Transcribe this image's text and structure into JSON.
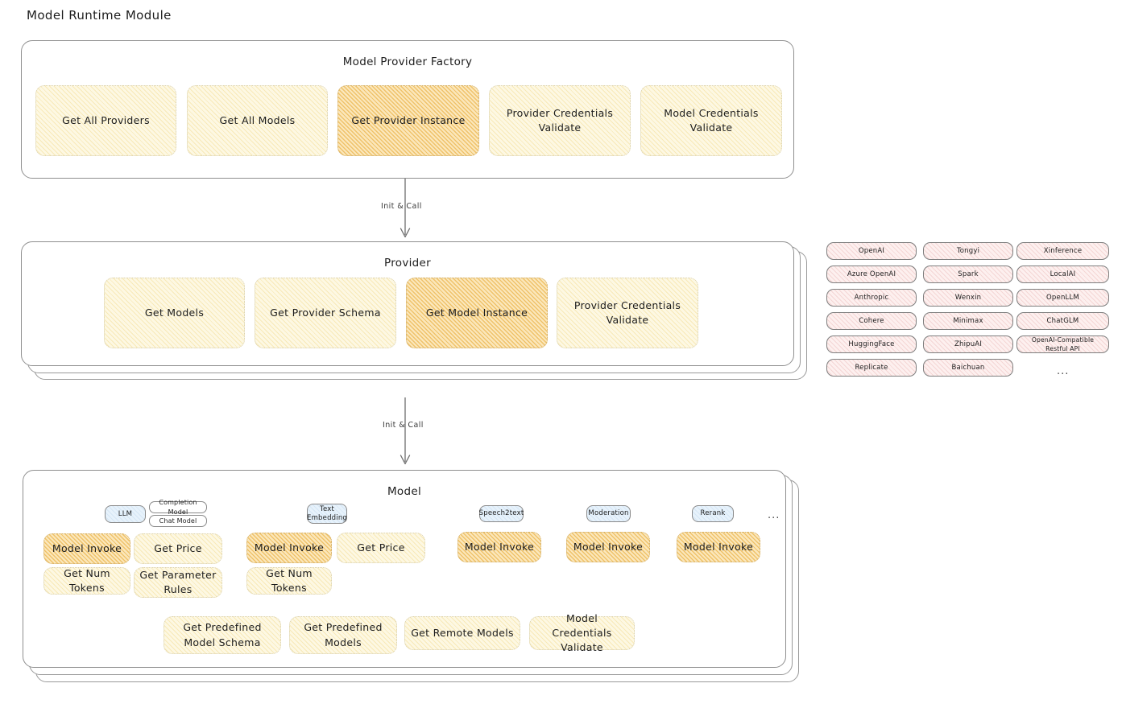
{
  "page": {
    "title": "Model Runtime Module"
  },
  "factory": {
    "title": "Model Provider Factory",
    "items": [
      {
        "label": "Get All Providers",
        "highlighted": false
      },
      {
        "label": "Get All Models",
        "highlighted": false
      },
      {
        "label": "Get Provider Instance",
        "highlighted": true
      },
      {
        "label": "Provider Credentials Validate",
        "highlighted": false
      },
      {
        "label": "Model Credentials Validate",
        "highlighted": false
      }
    ]
  },
  "arrows": [
    {
      "label": "Init & Call"
    },
    {
      "label": "Init & Call"
    }
  ],
  "provider": {
    "title": "Provider",
    "items": [
      {
        "label": "Get Models",
        "highlighted": false
      },
      {
        "label": "Get Provider Schema",
        "highlighted": false
      },
      {
        "label": "Get Model Instance",
        "highlighted": true
      },
      {
        "label": "Provider Credentials Validate",
        "highlighted": false
      }
    ]
  },
  "provider_list": {
    "columns": [
      [
        "OpenAI",
        "Azure OpenAI",
        "Anthropic",
        "Cohere",
        "HuggingFace",
        "Replicate"
      ],
      [
        "Tongyi",
        "Spark",
        "Wenxin",
        "Minimax",
        "ZhipuAI",
        "Baichuan"
      ],
      [
        "Xinference",
        "LocalAI",
        "OpenLLM",
        "ChatGLM",
        "OpenAI-Compatible Restful API"
      ]
    ],
    "more": "..."
  },
  "model": {
    "title": "Model",
    "more": "...",
    "types": [
      {
        "badge": "LLM",
        "sub_badges": [
          "Completion Model",
          "Chat Model"
        ],
        "methods": [
          {
            "label": "Model Invoke",
            "highlighted": true
          },
          {
            "label": "Get Price",
            "highlighted": false
          },
          {
            "label": "Get Num Tokens",
            "highlighted": false
          },
          {
            "label": "Get Parameter Rules",
            "highlighted": false
          }
        ]
      },
      {
        "badge": "Text Embedding",
        "sub_badges": [],
        "methods": [
          {
            "label": "Model Invoke",
            "highlighted": true
          },
          {
            "label": "Get Price",
            "highlighted": false
          },
          {
            "label": "Get Num Tokens",
            "highlighted": false
          }
        ]
      },
      {
        "badge": "Speech2text",
        "sub_badges": [],
        "methods": [
          {
            "label": "Model Invoke",
            "highlighted": true
          }
        ]
      },
      {
        "badge": "Moderation",
        "sub_badges": [],
        "methods": [
          {
            "label": "Model Invoke",
            "highlighted": true
          }
        ]
      },
      {
        "badge": "Rerank",
        "sub_badges": [],
        "methods": [
          {
            "label": "Model Invoke",
            "highlighted": true
          }
        ]
      }
    ],
    "common_methods": [
      "Get Predefined Model Schema",
      "Get Predefined Models",
      "Get Remote Models",
      "Model Credentials Validate"
    ]
  },
  "colors": {
    "pale_fill": "#fdf8e3",
    "hot_fill": "#fbe7bb",
    "rose_fill": "#fdf0ef",
    "blue_fill": "#e7f2fb",
    "card_border": "#8f8f8f",
    "background": "#ffffff"
  }
}
